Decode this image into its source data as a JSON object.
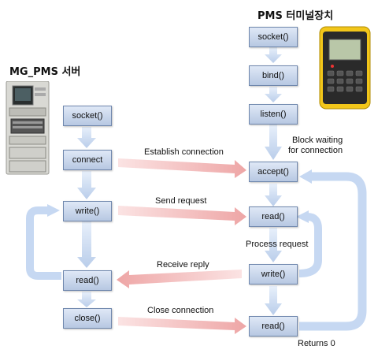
{
  "titles": {
    "server": "MG_PMS 서버",
    "terminal": "PMS 터미널장치"
  },
  "server_boxes": [
    "socket()",
    "connect",
    "write()",
    "read()",
    "close()"
  ],
  "terminal_boxes": [
    "socket()",
    "bind()",
    "listen()",
    "accept()",
    "read()",
    "write()",
    "read()"
  ],
  "messages": {
    "establish": "Establish connection",
    "send": "Send request",
    "receive": "Receive reply",
    "close": "Close connection"
  },
  "annotations": {
    "block_line1": "Block waiting",
    "block_line2": "for connection",
    "process": "Process request",
    "returns": "Returns 0"
  },
  "colors": {
    "box_border": "#6f87ad",
    "message_arrow": "#f2b8b8",
    "flow_arrow": "#c6d8f2"
  },
  "icons": [
    "server-rack-image",
    "handheld-terminal-image"
  ]
}
